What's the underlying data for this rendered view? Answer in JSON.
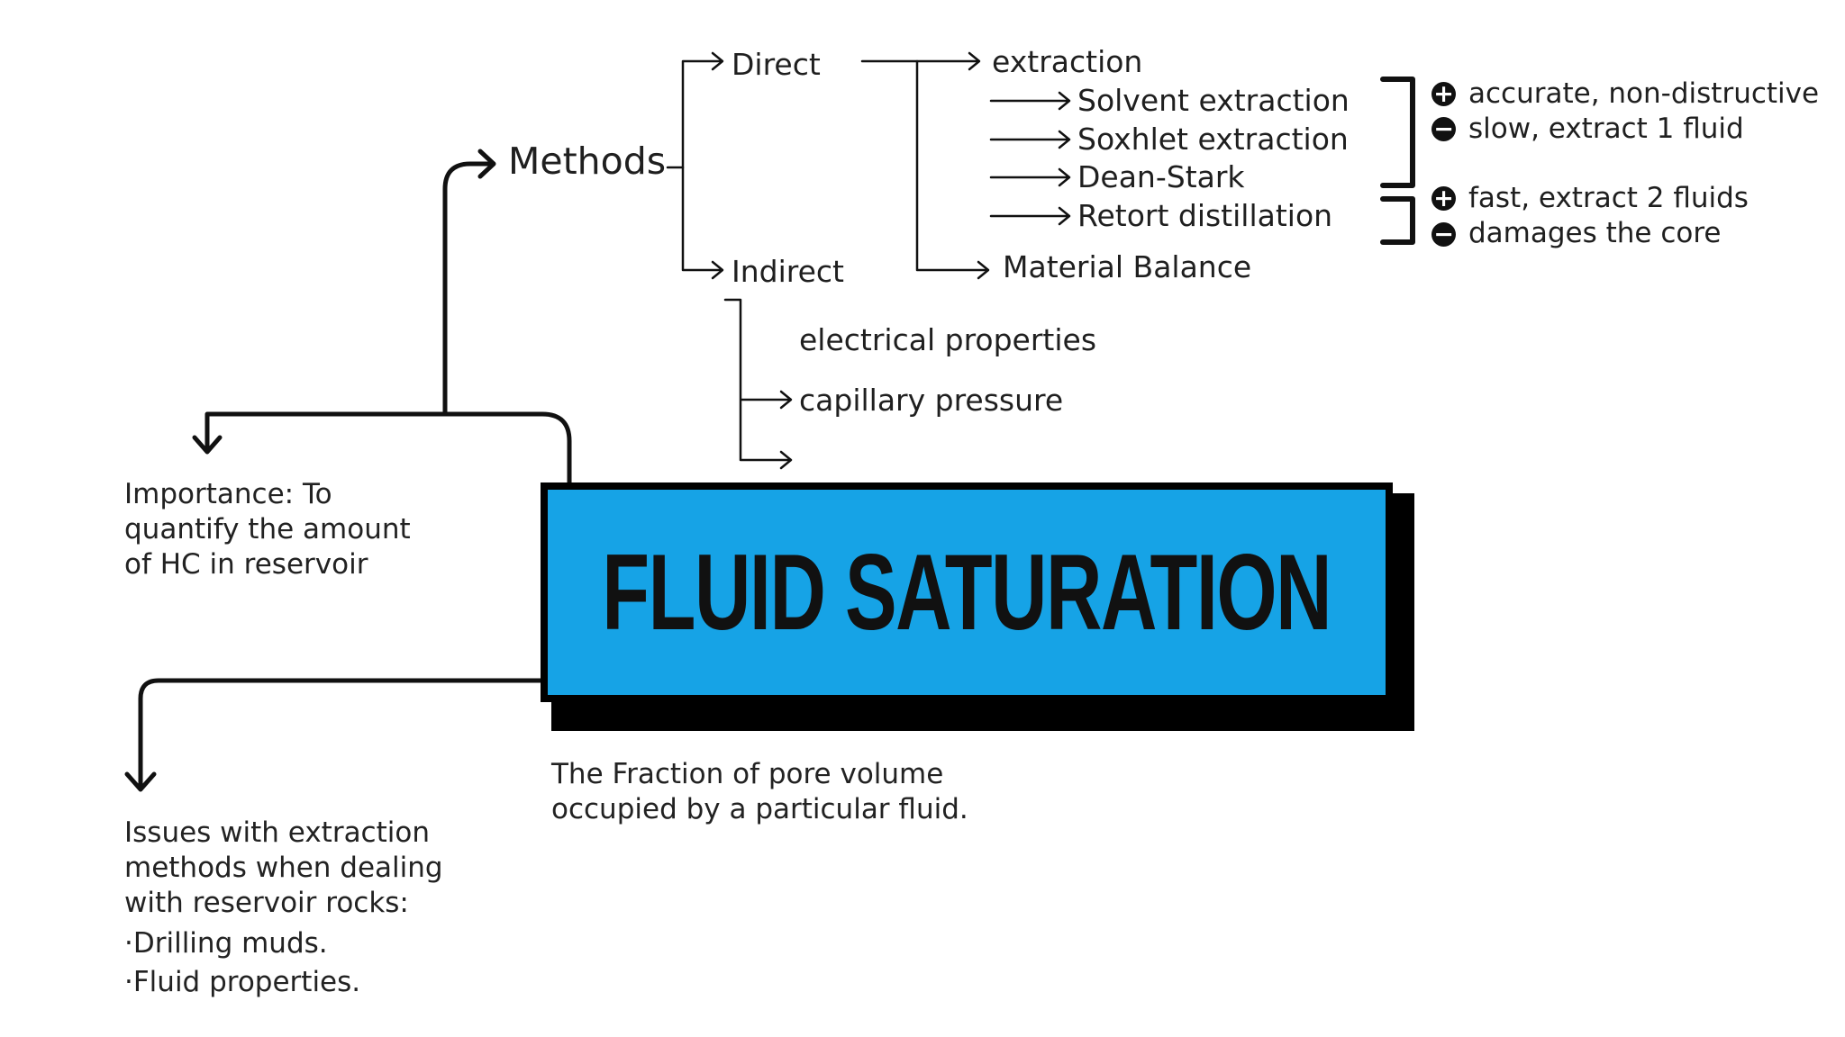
{
  "title": "FLUID SATURATION",
  "definition": [
    "The Fraction of pore volume",
    "occupied by a particular fluid."
  ],
  "methods": {
    "label": "Methods",
    "direct": {
      "label": "Direct",
      "extraction": {
        "label": "extraction",
        "items": [
          "Solvent extraction",
          "Soxhlet extraction",
          "Dean-Stark",
          "Retort distillation"
        ]
      },
      "material_balance": "Material Balance"
    },
    "indirect": {
      "label": "Indirect",
      "items": [
        "electrical properties",
        "capillary pressure"
      ]
    }
  },
  "pros_cons": [
    {
      "sign": "+",
      "text": "accurate, non-distructive"
    },
    {
      "sign": "-",
      "text": "slow, extract 1 fluid"
    },
    {
      "sign": "+",
      "text": "fast, extract 2 fluids"
    },
    {
      "sign": "-",
      "text": "damages the core"
    }
  ],
  "importance": [
    "Importance: To",
    "quantify the amount",
    "of HC in reservoir"
  ],
  "issues": [
    "Issues with extraction",
    "methods when dealing",
    "with reservoir rocks:",
    "·Drilling muds.",
    "·Fluid properties."
  ]
}
